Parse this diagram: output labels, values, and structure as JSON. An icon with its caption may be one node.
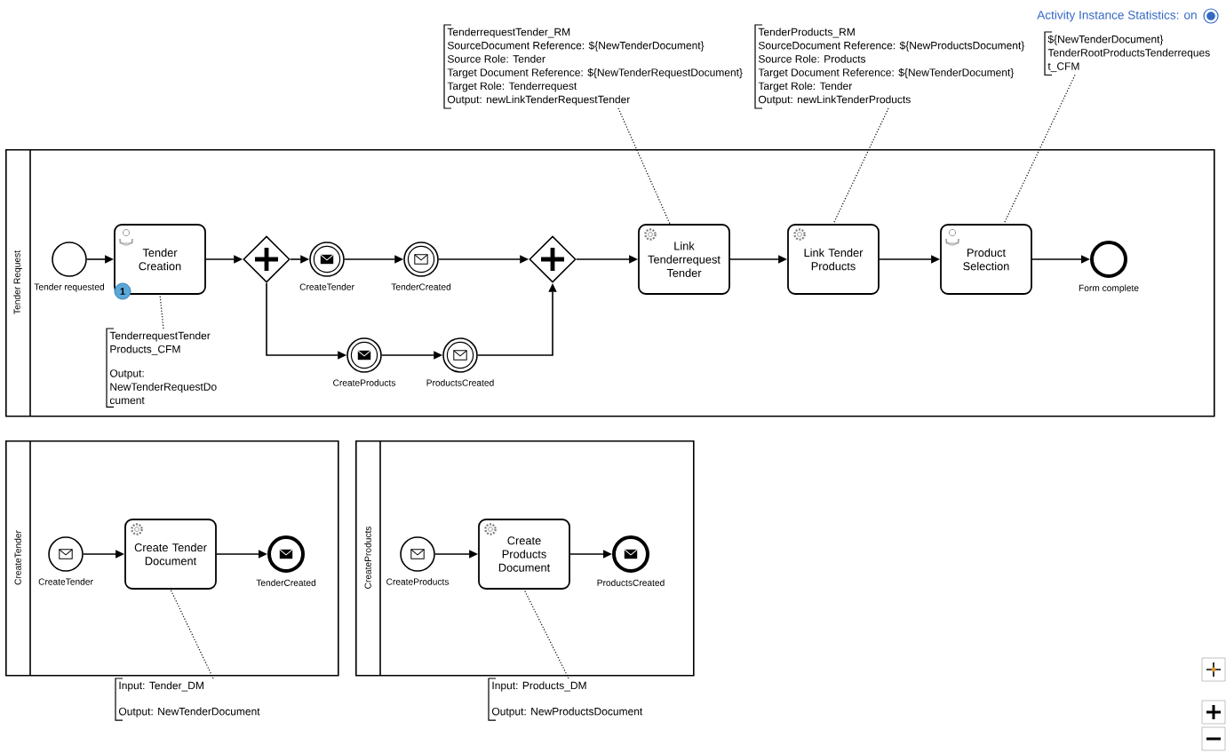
{
  "diagram": {
    "nodes": [
      {
        "text": [
          "Tender Request"
        ]
      },
      {
        "text": [],
        "shape": "circle",
        "in": 0,
        "beside": [
          "Tender requested"
        ]
      },
      {
        "text": [
          "Tender Creation"
        ],
        "in": 0
      },
      {
        "text": [],
        "shape": "diamond",
        "in": 0
      },
      {
        "text": [],
        "shape": "circle",
        "in": 0,
        "beside": [
          "CreateTender"
        ]
      },
      {
        "text": [],
        "shape": "circle",
        "in": 0,
        "beside": [
          "TenderCreated"
        ]
      },
      {
        "text": [],
        "shape": "diamond",
        "in": 0
      },
      {
        "text": [],
        "shape": "circle",
        "in": 0,
        "beside": [
          "CreateProducts"
        ]
      },
      {
        "text": [],
        "shape": "circle",
        "in": 0,
        "beside": [
          "ProductsCreated"
        ]
      },
      {
        "text": [
          "Link Tenderrequest Tender"
        ],
        "in": 0
      },
      {
        "text": [
          "Link Tender Products"
        ],
        "in": 0
      },
      {
        "text": [
          "Product Selection"
        ],
        "in": 0
      },
      {
        "text": [],
        "shape": "circle",
        "in": 0,
        "beside": [
          "Form complete"
        ]
      },
      {
        "text": [
          "TenderrequestTender Products_CFM",
          "Output: NewTenderRequestDo cument"
        ],
        "in": 0
      },
      {
        "text": [
          "TenderrequestTender_RM",
          "SourceDocument Reference: ${NewTenderDocument}",
          "Source Role: Tender",
          "Target Document Reference: ${NewTenderRequestDocument}",
          "Target Role: Tenderrequest",
          "Output: newLinkTenderRequestTender"
        ]
      },
      {
        "text": [
          "TenderProducts_RM",
          "SourceDocument Reference: ${NewProductsDocument}",
          "Source Role: Products",
          "Target Document Reference: ${NewTenderDocument}",
          "Target Role: Tender",
          "Output: newLinkTenderProducts"
        ]
      },
      {
        "text": [
          "${NewTenderDocument}",
          "TenderRootProductsTenderreques t_CFM"
        ]
      },
      {
        "text": [
          "CreateTender"
        ]
      },
      {
        "text": [],
        "shape": "circle",
        "in": 17,
        "beside": [
          "CreateTender"
        ]
      },
      {
        "text": [
          "Create Tender Document"
        ],
        "in": 17
      },
      {
        "text": [],
        "shape": "circle",
        "in": 17,
        "beside": [
          "TenderCreated"
        ]
      },
      {
        "text": [
          "Input: Tender_DM",
          "Output: NewTenderDocument"
        ]
      },
      {
        "text": [
          "CreateProducts"
        ]
      },
      {
        "text": [],
        "shape": "circle",
        "in": 22,
        "beside": [
          "CreateProducts"
        ]
      },
      {
        "text": [
          "Create Products Document"
        ],
        "in": 22
      },
      {
        "text": [],
        "shape": "circle",
        "in": 22,
        "beside": [
          "ProductsCreated"
        ]
      },
      {
        "text": [
          "Input: Products_DM",
          "Output: NewProductsDocument"
        ]
      }
    ],
    "edges": [
      {
        "from": 1,
        "to": 2,
        "arrow": "to"
      },
      {
        "from": 2,
        "to": 3,
        "arrow": "to"
      },
      {
        "from": 3,
        "to": 4,
        "arrow": "to"
      },
      {
        "from": 4,
        "to": 5,
        "arrow": "to"
      },
      {
        "from": 5,
        "to": 6,
        "arrow": "to"
      },
      {
        "from": 3,
        "to": 7,
        "arrow": "to"
      },
      {
        "from": 7,
        "to": 8,
        "arrow": "to"
      },
      {
        "from": 8,
        "to": 6,
        "arrow": "to"
      },
      {
        "from": 6,
        "to": 9,
        "arrow": "to"
      },
      {
        "from": 9,
        "to": 10,
        "arrow": "to"
      },
      {
        "from": 10,
        "to": 11,
        "arrow": "to"
      },
      {
        "from": 11,
        "to": 12,
        "arrow": "to"
      },
      {
        "from": 13,
        "to": 2,
        "arrow": "none",
        "style": "dashed"
      },
      {
        "from": 14,
        "to": 9,
        "arrow": "none",
        "style": "dashed"
      },
      {
        "from": 15,
        "to": 10,
        "arrow": "none",
        "style": "dashed"
      },
      {
        "from": 16,
        "to": 11,
        "arrow": "none",
        "style": "dashed"
      },
      {
        "from": 18,
        "to": 19,
        "arrow": "to"
      },
      {
        "from": 19,
        "to": 20,
        "arrow": "to"
      },
      {
        "from": 21,
        "to": 19,
        "arrow": "none",
        "style": "dashed"
      },
      {
        "from": 23,
        "to": 24,
        "arrow": "to"
      },
      {
        "from": 24,
        "to": 25,
        "arrow": "to"
      },
      {
        "from": 26,
        "to": 24,
        "arrow": "none",
        "style": "dashed"
      }
    ],
    "labels": [
      "1",
      "Activity Instance Statistics: on"
    ]
  }
}
